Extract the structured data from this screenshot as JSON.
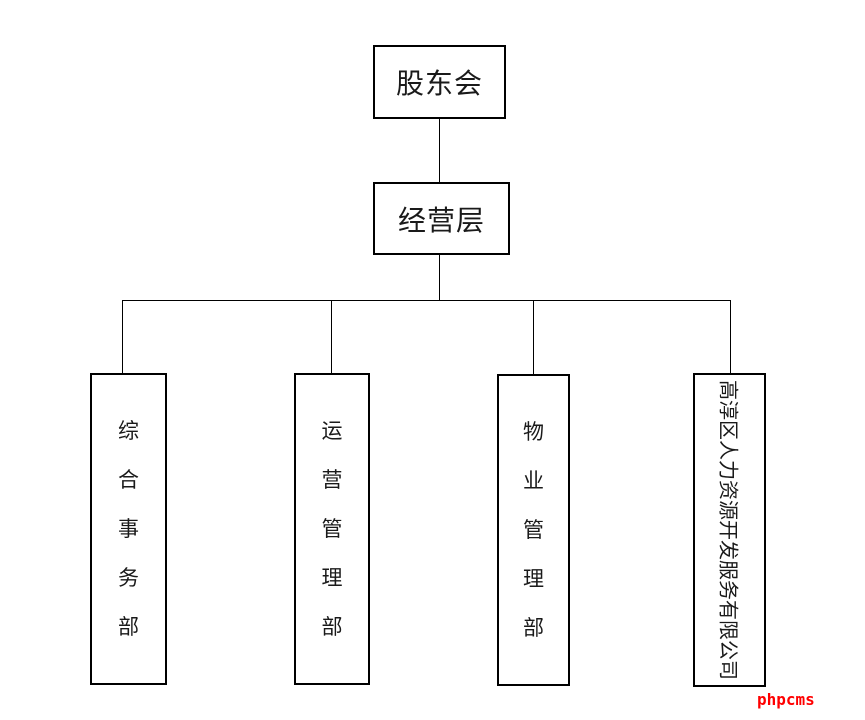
{
  "diagram": {
    "type": "org-chart",
    "root": {
      "label": "股东会"
    },
    "management": {
      "label": "经营层"
    },
    "departments": [
      {
        "label": "综合事务部",
        "text_orientation": "vertical-upright"
      },
      {
        "label": "运营管理部",
        "text_orientation": "vertical-upright"
      },
      {
        "label": "物业管理部",
        "text_orientation": "vertical-upright"
      },
      {
        "label": "高淳区人力资源开发服务有限公司",
        "text_orientation": "rotated-90"
      }
    ]
  },
  "watermark": {
    "label": "phpcms"
  },
  "colors": {
    "background": "#ffffff",
    "line": "#000000",
    "text": "#1a1a1a",
    "watermark": "#ff0000"
  }
}
